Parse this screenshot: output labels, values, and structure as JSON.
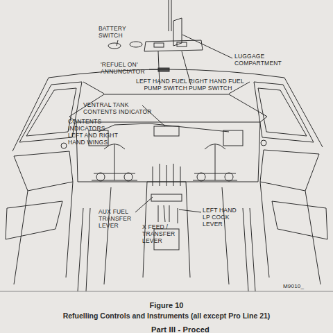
{
  "diagram": {
    "title": "Figure 10",
    "caption": "Refuelling Controls and Instruments (all except Pro Line 21)",
    "labels": [
      "BATTERY SWITCH",
      "'REFUEL ON' ANNUNCIATOR",
      "LUGGAGE COMPARTMENT",
      "LEFT HAND FUEL PUMP SWITCH",
      "RIGHT HAND FUEL PUMP SWITCH",
      "VENTRAL TANK CONTENTS INDICATOR",
      "CONTENTS INDICATORS LEFT AND RIGHT HAND WINGS",
      "AUX FUEL TRANSFER LEVER",
      "X FEED / TRANSFER LEVER",
      "LEFT HAND LP COCK LEVER",
      "M9010_",
      "Part III - Proced"
    ]
  }
}
